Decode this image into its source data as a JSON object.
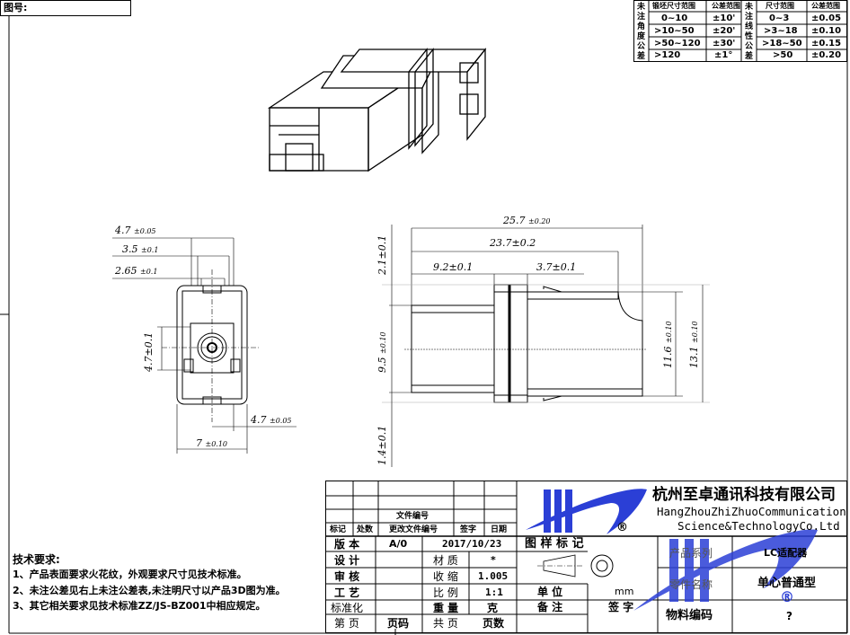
{
  "header": {
    "drawing_no_label": "图号:"
  },
  "tolerance_table": {
    "angle_label": "未注角度公差",
    "angle_header": [
      "锻坯尺寸范围",
      "公差范围"
    ],
    "angle_rows": [
      [
        "0~10",
        "±10'"
      ],
      [
        ">10~50",
        "±20'"
      ],
      [
        ">50~120",
        "±30'"
      ],
      [
        ">120",
        "±1°"
      ]
    ],
    "linear_label": "未注线性公差",
    "linear_header": [
      "尺寸范围",
      "公差范围"
    ],
    "linear_rows": [
      [
        "0~3",
        "±0.05"
      ],
      [
        ">3~18",
        "±0.10"
      ],
      [
        ">18~50",
        "±0.15"
      ],
      [
        ">50",
        "±0.20"
      ]
    ]
  },
  "front_view_dims": {
    "d1": "4.7",
    "d1t": "±0.05",
    "d2": "3.5",
    "d2t": "±0.1",
    "d3": "2.65",
    "d3t": "±0.1",
    "d4": "4.7±0.1",
    "d5": "4.7",
    "d5t": "±0.05",
    "d6": "7",
    "d6t": "±0.10"
  },
  "side_view_dims": {
    "total": "25.7",
    "total_t": "±0.20",
    "d237": "23.7±0.2",
    "d92": "9.2±0.1",
    "d37": "3.7±0.1",
    "d21": "2.1±0.1",
    "d95": "9.5",
    "d95t": "±0.10",
    "d14": "1.4±0.1",
    "d116": "11.6",
    "d116t": "±0.10",
    "d131": "13.1",
    "d131t": "±0.10"
  },
  "tech_requirements": {
    "title": "技术要求:",
    "items": [
      "1、产品表面要求火花纹，外观要求尺寸见技术标准。",
      "2、未注公差见右上未注公差表,未注明尺寸以产品3D图为准。",
      "3、其它相关要求见技术标准ZZ/JS-BZ001中相应规定。"
    ]
  },
  "title_block": {
    "rev_headers": {
      "file_no": "文件编号",
      "mark": "标记",
      "count": "处数",
      "change_no": "更改文件编号",
      "sign": "签字",
      "date": "日期"
    },
    "version_label": "版 本",
    "version": "A/0",
    "date": "2017/10/23",
    "design_label": "设 计",
    "material_label": "材 质",
    "material": "*",
    "review_label": "审 核",
    "shrink_label": "收 缩",
    "shrink": "1.005",
    "process_label": "工 艺",
    "scale_label": "比 例",
    "scale": "1:1",
    "standard_label": "标准化",
    "weight_label": "重 量",
    "weight_unit": "克",
    "page_label": "第 页",
    "page_value": "页码",
    "total_label": "共 页",
    "total_value": "页数",
    "drawing_mark": "图 样 标 记",
    "unit_label": "单 位",
    "unit": "mm",
    "remark_label": "备 注",
    "sign_label": "签 字",
    "series_label": "产品系列",
    "series": "LC适配器",
    "part_name_label": "零件名称",
    "part_name": "单心普通型",
    "material_code_label": "物料编码",
    "material_code": "?",
    "company_cn": "杭州至卓通讯科技有限公司",
    "company_en1": "HangZhouZhiZhuoCommunication",
    "company_en2": "Science&TechnologyCo.Ltd",
    "registered": "®"
  },
  "colors": {
    "logo_blue": "#2b3fd6",
    "logo_dark": "#1a237e",
    "line": "#000000"
  }
}
